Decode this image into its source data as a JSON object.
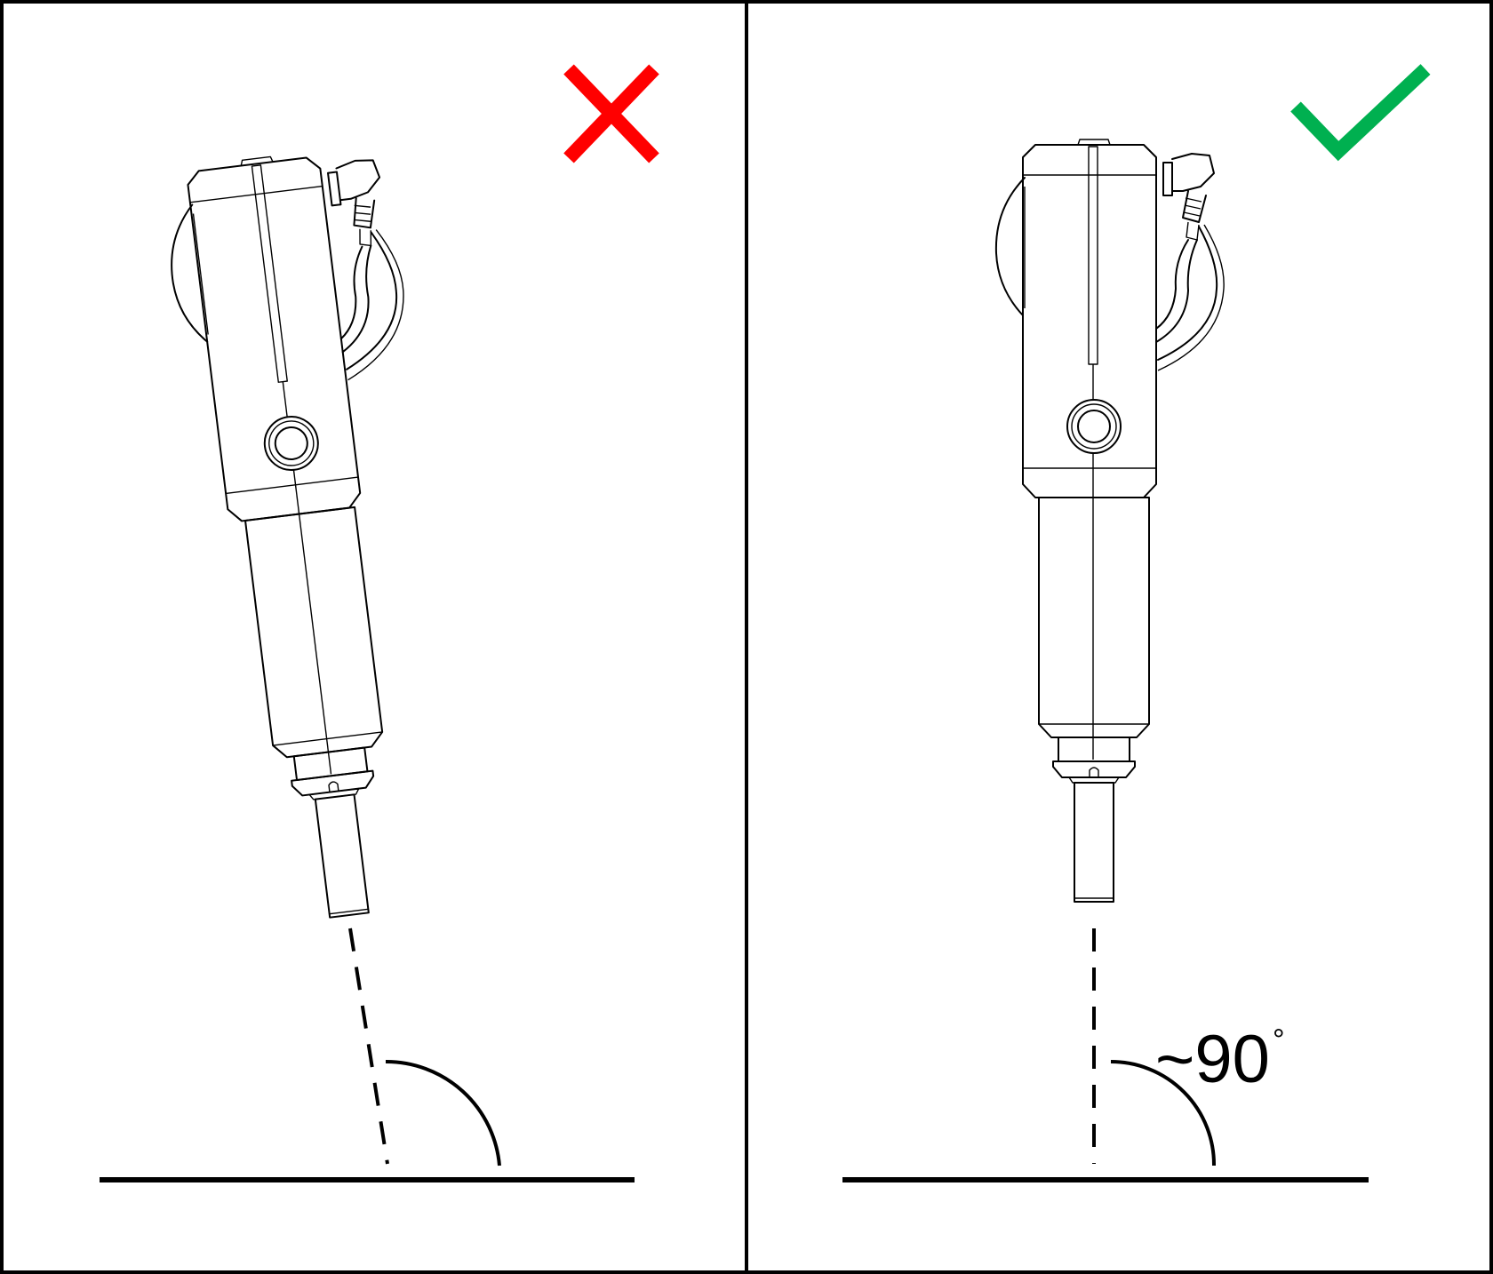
{
  "panels": [
    {
      "id": "incorrect",
      "verdict_icon": "red-cross-icon",
      "probe_tilt_deg": -5,
      "angle_label": ""
    },
    {
      "id": "correct",
      "verdict_icon": "green-check-icon",
      "probe_tilt_deg": 0,
      "angle_label": "~90",
      "angle_unit": "°"
    }
  ],
  "colors": {
    "border": "#000000",
    "incorrect_mark": "#ff0000",
    "correct_mark": "#00b050",
    "line_art": "#000000"
  }
}
